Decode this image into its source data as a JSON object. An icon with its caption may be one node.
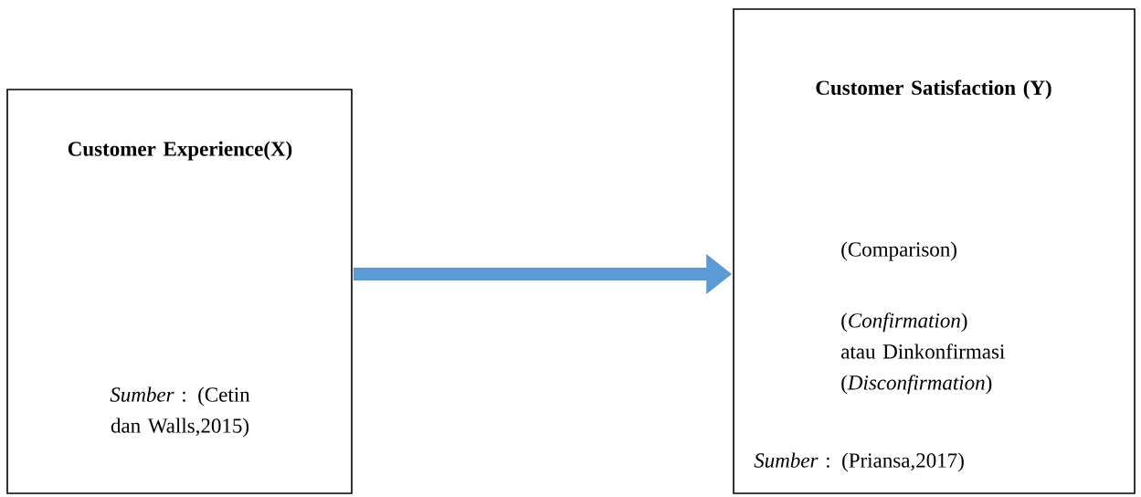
{
  "diagram": {
    "nodes": [
      {
        "text": [
          "Customer Experience(X)",
          "*Sumber* : (Cetin dan Walls,2015)"
        ]
      },
      {
        "text": [
          "Customer Satisfaction (Y)",
          "(Comparison)",
          "(*Confirmation*) atau Dinkonfirmasi (*Disconfirmation*)",
          "*Sumber* :  (Priansa,2017)"
        ]
      }
    ],
    "edges": [
      {
        "from": 0,
        "to": 1,
        "arrow": "to"
      }
    ]
  }
}
